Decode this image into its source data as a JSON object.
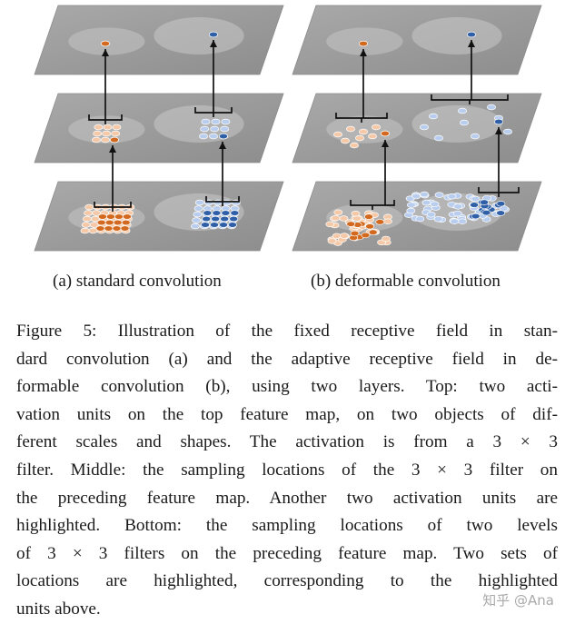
{
  "subfigures": {
    "a_label": "(a) standard convolution",
    "b_label": "(b) deformable convolution"
  },
  "caption": {
    "lines": [
      "Figure 5: Illustration of the fixed receptive field in stan-",
      "dard convolution (a) and the adaptive receptive field in de-",
      "formable convolution (b), using two layers. Top: two acti-",
      "vation units on the top feature map, on two objects of dif-",
      "ferent scales and shapes.  The activation is from a 3 × 3",
      "filter. Middle: the sampling locations of the 3 × 3 filter on",
      "the preceding feature map. Another two activation units are",
      "highlighted. Bottom: the sampling locations of two levels",
      "of 3 × 3 filters on the preceding feature map. Two sets of",
      "locations are highlighted, corresponding to the highlighted",
      "units above."
    ]
  },
  "watermark": "知乎 @Ana",
  "colors": {
    "orange_dark": "#d2691e",
    "orange_light": "#f5c9a8",
    "blue_dark": "#2f5fa7",
    "blue_light": "#b9cdee",
    "map_gray": "#9a9a9a"
  }
}
